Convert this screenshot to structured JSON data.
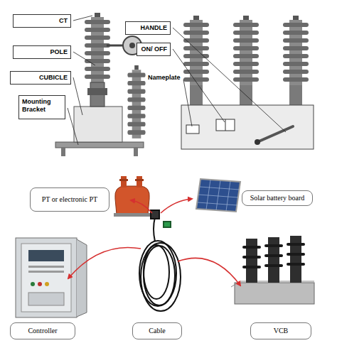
{
  "diagram": {
    "nodes": [
      {
        "text": [
          "CT"
        ]
      },
      {
        "text": [
          "POLE"
        ]
      },
      {
        "text": [
          "CUBICLE"
        ]
      },
      {
        "text": [
          "Mounting Bracket"
        ]
      },
      {
        "text": [
          "HANDLE"
        ]
      },
      {
        "text": [
          "ON/ OFF"
        ]
      },
      {
        "text": [
          "PT or electronic PT"
        ]
      },
      {
        "text": [
          "Solar battery board"
        ]
      },
      {
        "text": [
          "Controller"
        ]
      },
      {
        "text": [
          "Cable"
        ]
      },
      {
        "text": [
          "VCB"
        ]
      }
    ],
    "labels": [
      "Nameplate"
    ]
  }
}
